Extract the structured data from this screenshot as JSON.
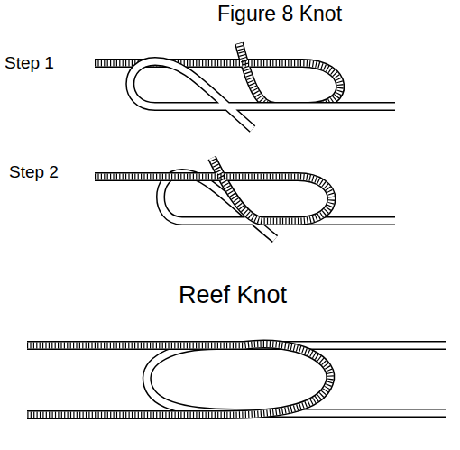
{
  "diagram": {
    "labels": [
      "Figure 8 Knot",
      "Step 1",
      "Step 2",
      "Reef Knot"
    ]
  }
}
